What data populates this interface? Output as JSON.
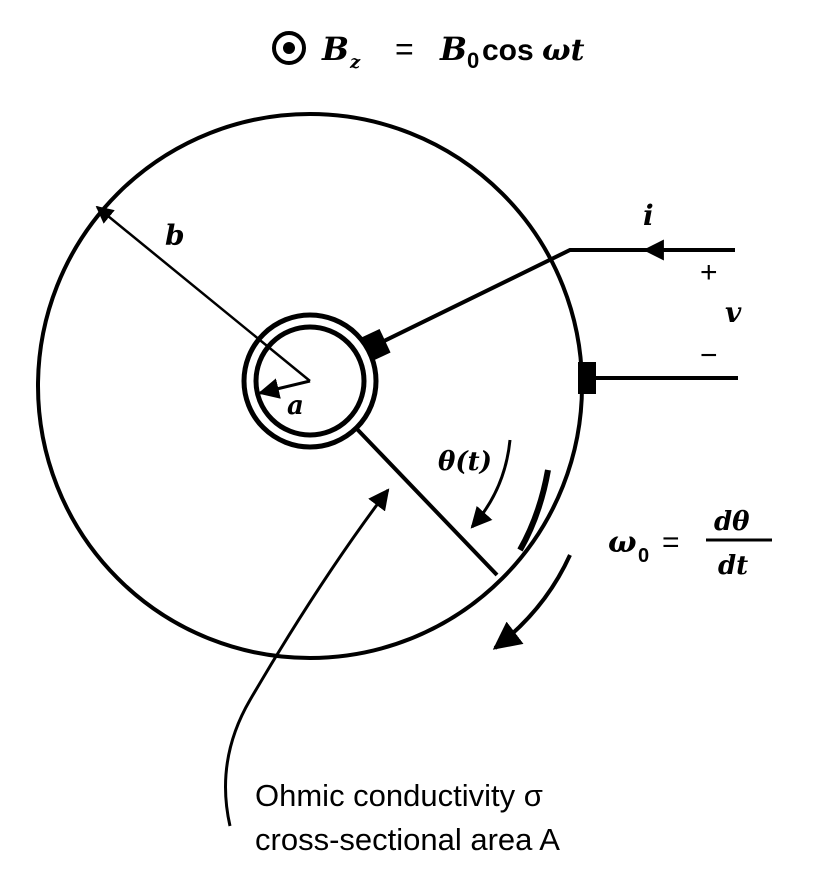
{
  "title": {
    "field_symbol": "B",
    "field_subscript": "z",
    "equals": "=",
    "amplitude": "B",
    "amplitude_subscript": "0",
    "func": "cos",
    "arg": "ωt"
  },
  "labels": {
    "outer_radius": "b",
    "inner_radius": "a",
    "current": "i",
    "plus": "+",
    "voltage": "v",
    "minus": "−",
    "angle": "θ(t)",
    "omega": "ω",
    "omega_sub": "0",
    "omega_eq": "=",
    "dtheta": "dθ",
    "dt": "dt"
  },
  "note": {
    "line1": "Ohmic conductivity σ",
    "line2": "cross-sectional area A"
  }
}
